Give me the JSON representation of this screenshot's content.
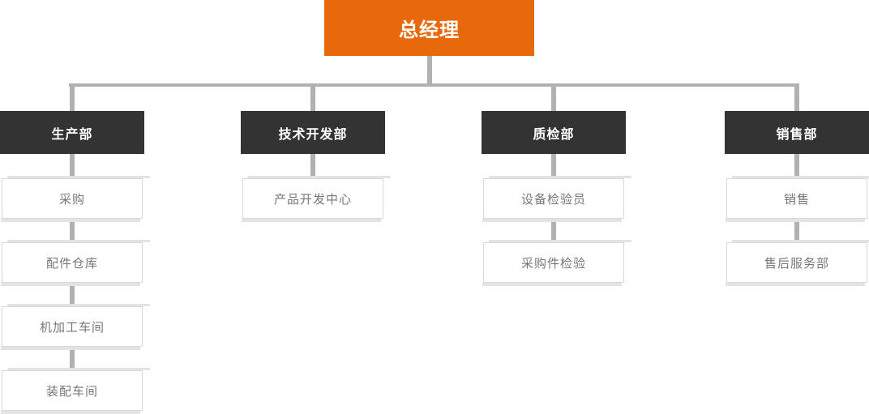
{
  "chart": {
    "type": "org-chart",
    "root": {
      "label": "总经理"
    },
    "columns": [
      {
        "dept": "生产部",
        "children": [
          "采购",
          "配件仓库",
          "机加工车间",
          "装配车间"
        ]
      },
      {
        "dept": "技术开发部",
        "children": [
          "产品开发中心"
        ]
      },
      {
        "dept": "质检部",
        "children": [
          "设备检验员",
          "采购件检验"
        ]
      },
      {
        "dept": "销售部",
        "children": [
          "销售",
          "售后服务部"
        ]
      }
    ],
    "colors": {
      "root_bg": "#E8690B",
      "root_text": "#FFFFFF",
      "dept_bg": "#333333",
      "dept_text": "#FFFFFF",
      "sub_bg": "#FFFFFF",
      "sub_border": "#D8D8D8",
      "sub_text": "#777777",
      "connector": "#B1B1B1",
      "shadow_bar": "#E3E3E3"
    }
  }
}
